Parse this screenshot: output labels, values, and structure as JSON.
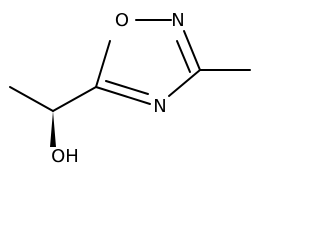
{
  "molecule": {
    "atoms": {
      "ring_oxygen": "O",
      "ring_nitrogen_2": "N",
      "ring_nitrogen_4": "N",
      "hydroxyl": "OH"
    },
    "colors": {
      "bond": "#000000",
      "label": "#000000",
      "background": "#ffffff"
    }
  }
}
